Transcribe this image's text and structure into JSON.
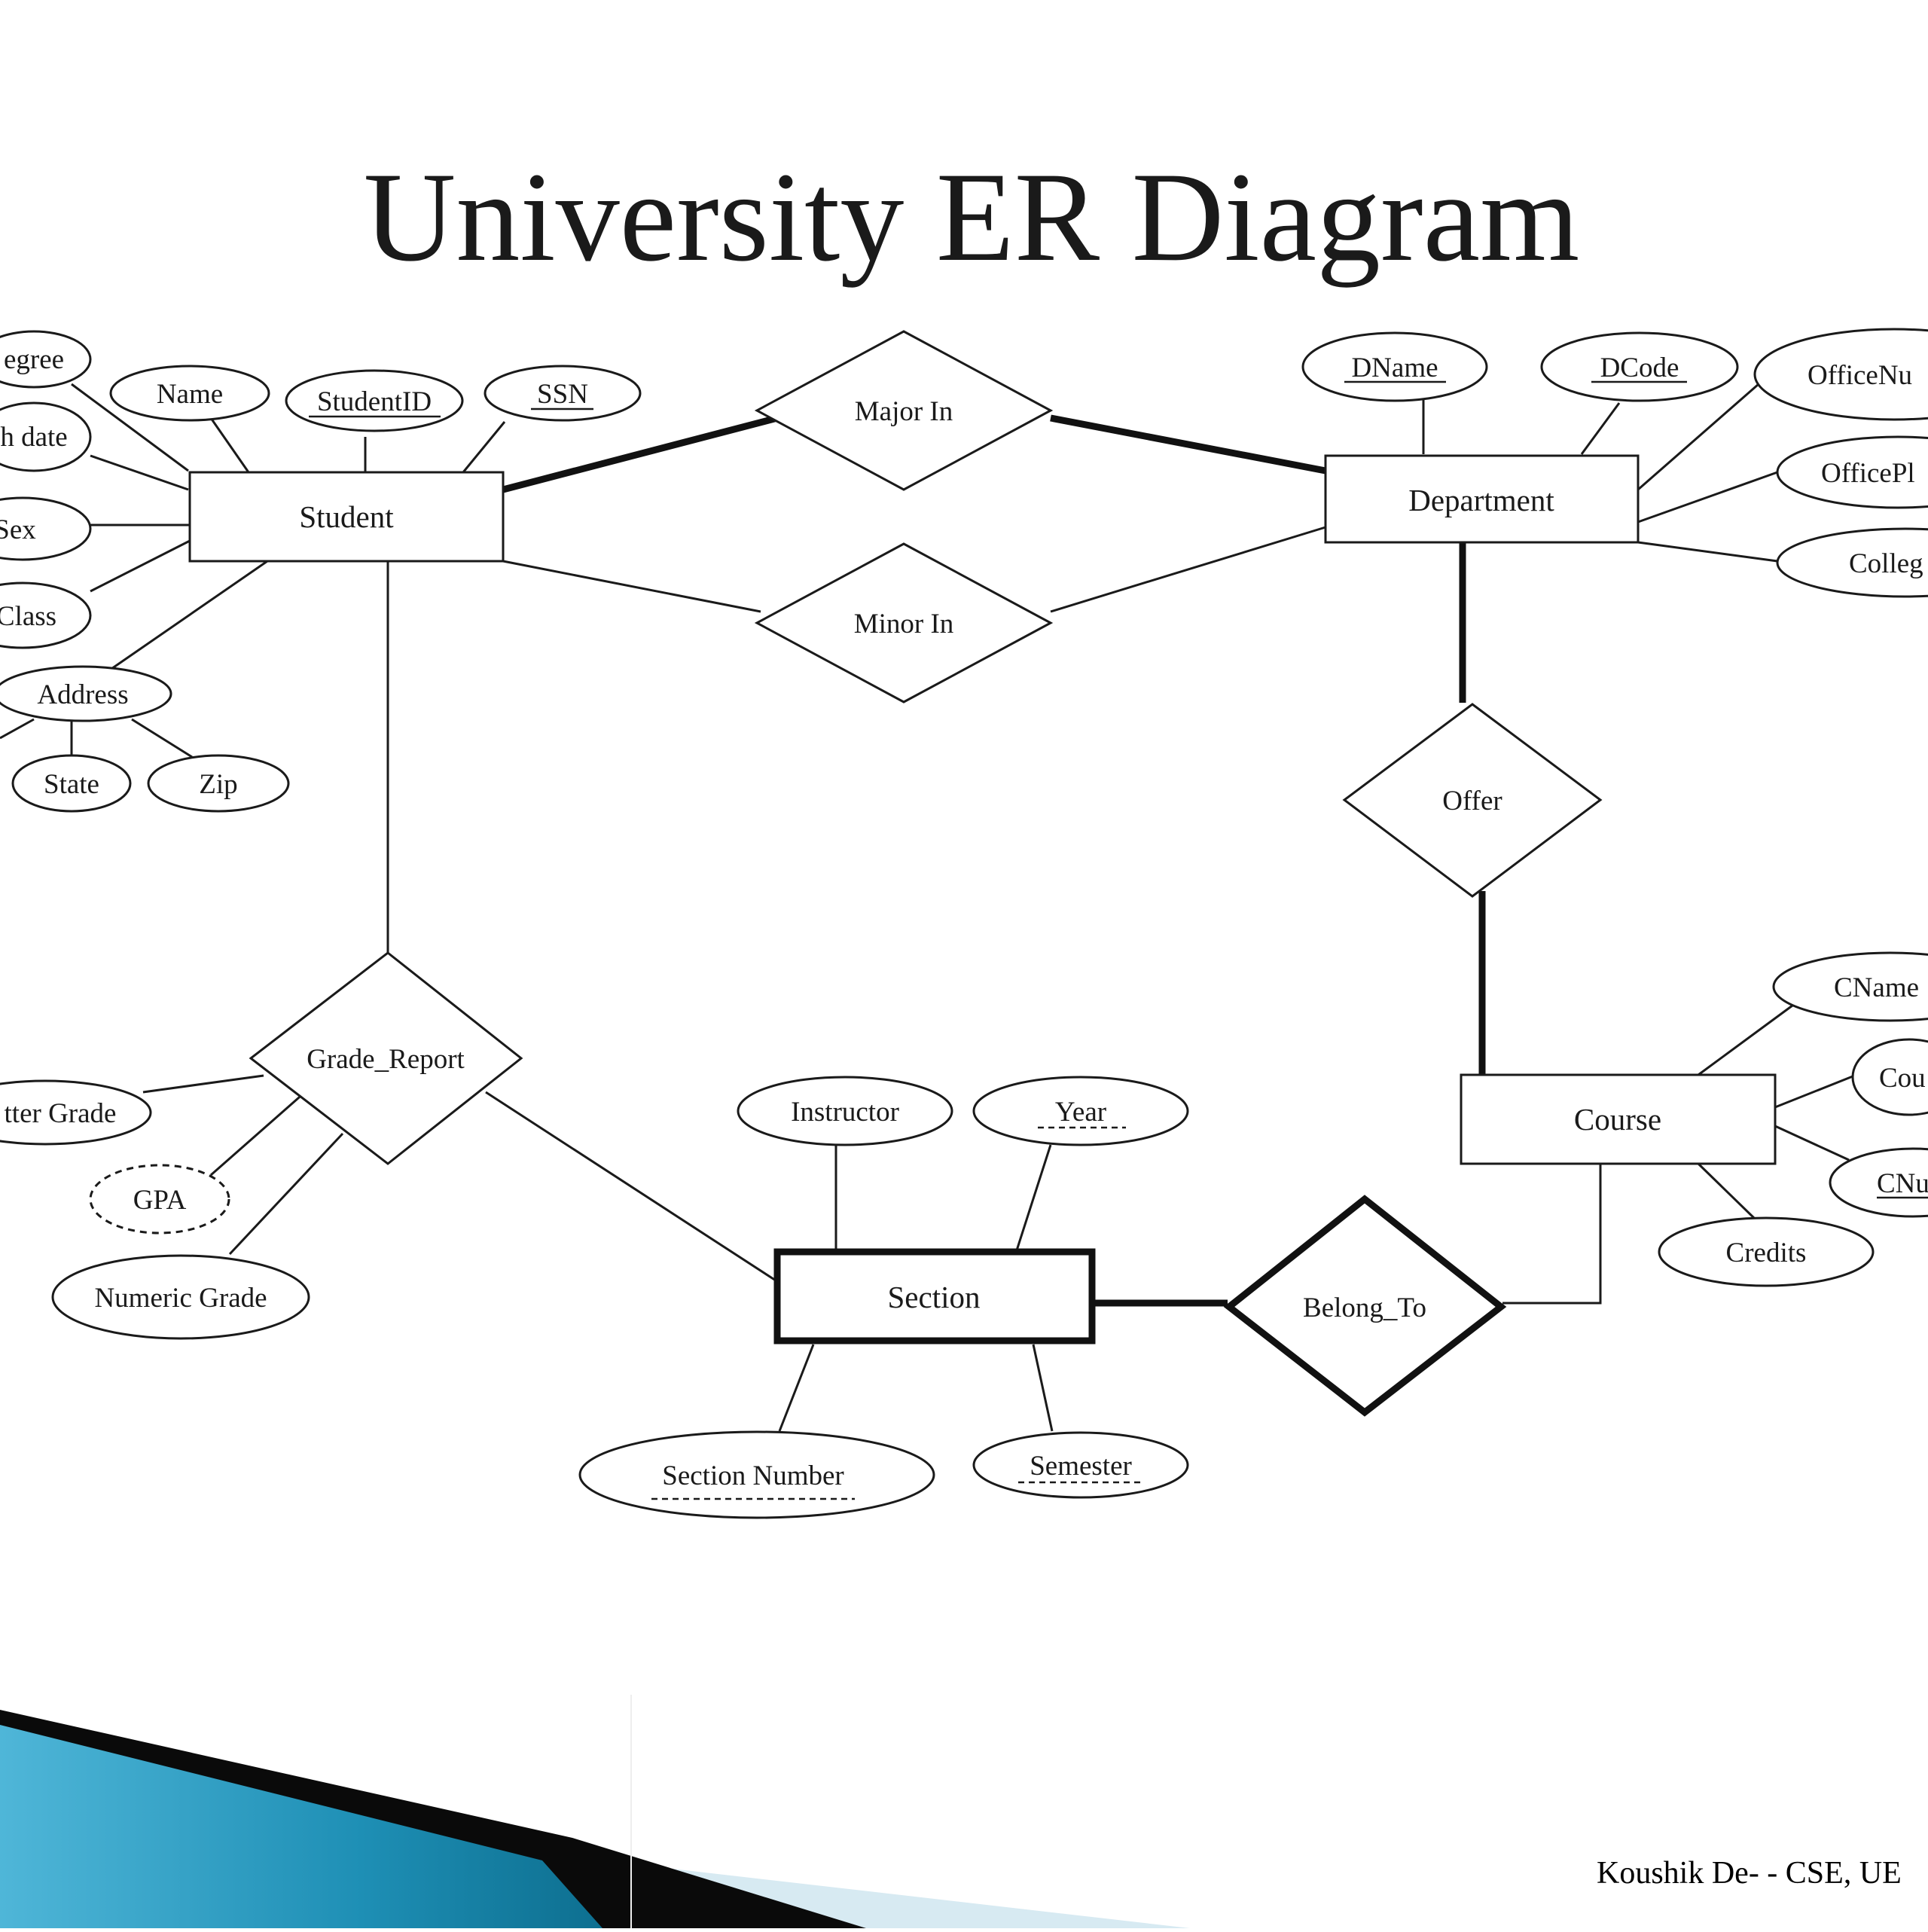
{
  "title": "University ER Diagram",
  "footer": "Koushik De- - CSE, UE",
  "entities": {
    "student": "Student",
    "department": "Department",
    "section": "Section",
    "course": "Course"
  },
  "relationships": {
    "major_in": "Major In",
    "minor_in": "Minor In",
    "offer": "Offer",
    "grade_report": "Grade_Report",
    "belong_to": "Belong_To"
  },
  "attributes": {
    "degree": "egree",
    "birth_date": "h date",
    "sex": "Sex",
    "class": "Class",
    "address": "Address",
    "state": "State",
    "zip": "Zip",
    "name": "Name",
    "student_id": "StudentID",
    "ssn": "SSN",
    "dname": "DName",
    "dcode": "DCode",
    "office_number": "OfficeNu",
    "office_phone": "OfficePl",
    "college": "Colleg",
    "cname": "CName",
    "course_attr": "Cou",
    "cnumber": "CNu",
    "credits": "Credits",
    "letter_grade": "tter Grade",
    "gpa": "GPA",
    "numeric_grade": "Numeric Grade",
    "instructor": "Instructor",
    "year": "Year",
    "section_number": "Section Number",
    "semester": "Semester"
  }
}
